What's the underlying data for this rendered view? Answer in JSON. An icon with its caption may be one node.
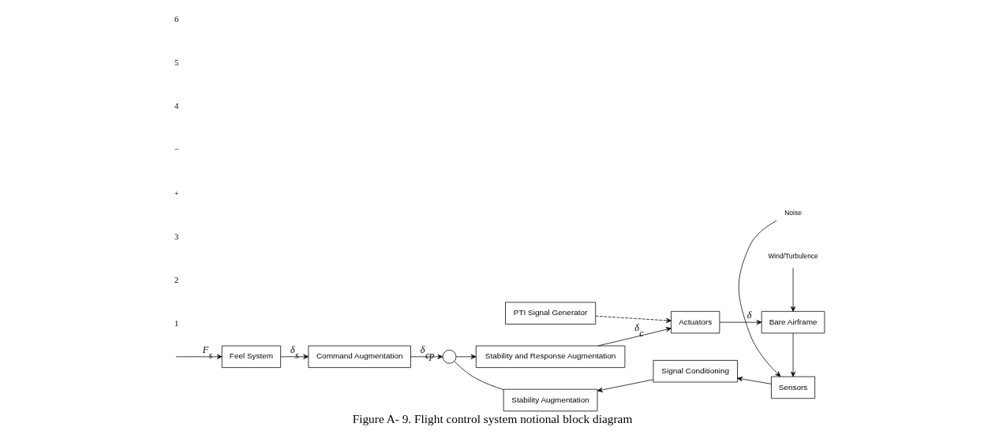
{
  "diagram": {
    "caption": "Figure A- 9. Flight control system notional block diagram",
    "nodes": [
      {
        "text": [
          "Feel System"
        ]
      },
      {
        "text": [
          "Command Augmentation"
        ]
      },
      {
        "text": [],
        "shape": "circle"
      },
      {
        "text": [
          "Stability and Response Augmentation"
        ]
      },
      {
        "text": [
          "PTI Signal Generator"
        ]
      },
      {
        "text": [
          "Actuators"
        ]
      },
      {
        "text": [
          "Bare Airframe"
        ]
      },
      {
        "text": [
          "Sensors"
        ]
      },
      {
        "text": [
          "Signal Conditioning"
        ]
      },
      {
        "text": [
          "Stability Augmentation"
        ]
      },
      {
        "text": [
          "Wind/Turbulence"
        ]
      },
      {
        "text": [
          "Noise"
        ]
      }
    ],
    "edges": [
      {
        "from": null,
        "to": 0,
        "arrow": "to",
        "label": "F$_{s}$"
      },
      {
        "from": 0,
        "to": 1,
        "arrow": "to",
        "label": "δ$_{s}$"
      },
      {
        "from": 1,
        "to": 2,
        "arrow": "to",
        "label": "δ$_{cp}$"
      },
      {
        "from": 2,
        "to": 3,
        "arrow": "to"
      },
      {
        "from": 3,
        "to": 5,
        "arrow": "to",
        "label": "δ$_{c}$"
      },
      {
        "from": 4,
        "to": 5,
        "arrow": "to",
        "style": "dashed"
      },
      {
        "from": 5,
        "to": 6,
        "arrow": "to",
        "label": "δ"
      },
      {
        "from": 10,
        "to": 6,
        "arrow": "to"
      },
      {
        "from": 6,
        "to": 7,
        "arrow": "to"
      },
      {
        "from": 11,
        "to": 7,
        "arrow": "to"
      },
      {
        "from": 7,
        "to": 8,
        "arrow": "to"
      },
      {
        "from": 8,
        "to": 9,
        "arrow": "to"
      },
      {
        "from": 9,
        "to": 2,
        "arrow": "none"
      }
    ],
    "labels": [
      "1",
      "2",
      "3",
      "+",
      "−",
      "4",
      "5",
      "6"
    ]
  }
}
